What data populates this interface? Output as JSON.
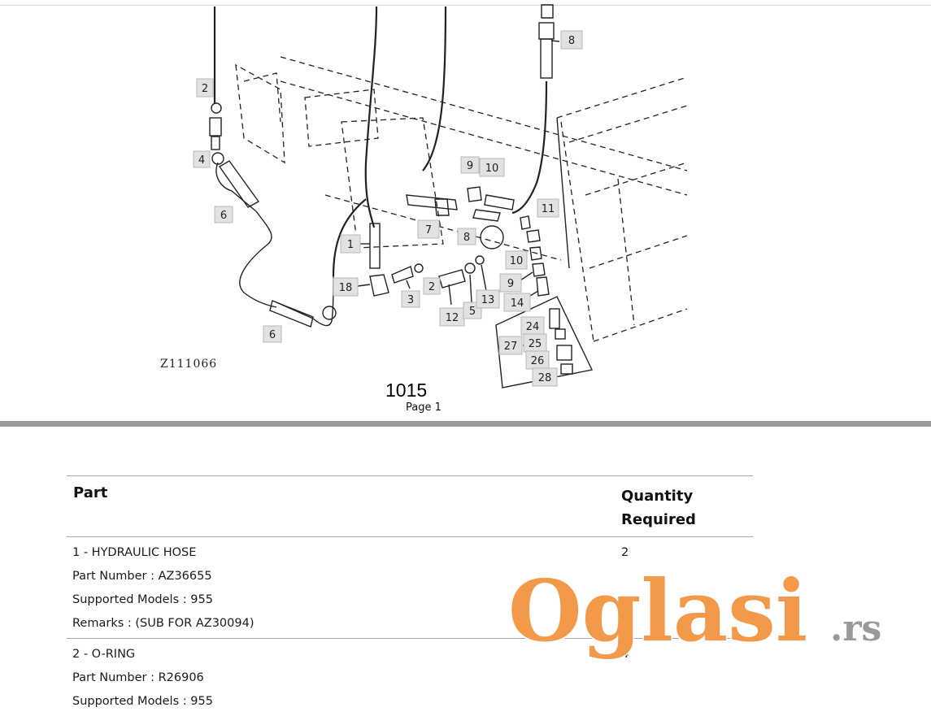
{
  "diagram": {
    "figure_code": "Z111066",
    "callouts": [
      {
        "label": "2"
      },
      {
        "label": "4"
      },
      {
        "label": "6"
      },
      {
        "label": "6"
      },
      {
        "label": "1"
      },
      {
        "label": "18"
      },
      {
        "label": "3"
      },
      {
        "label": "2"
      },
      {
        "label": "7"
      },
      {
        "label": "9"
      },
      {
        "label": "10"
      },
      {
        "label": "8"
      },
      {
        "label": "12"
      },
      {
        "label": "5"
      },
      {
        "label": "13"
      },
      {
        "label": "10"
      },
      {
        "label": "9"
      },
      {
        "label": "14"
      },
      {
        "label": "11"
      },
      {
        "label": "8"
      },
      {
        "label": "24"
      },
      {
        "label": "25"
      },
      {
        "label": "27"
      },
      {
        "label": "26"
      },
      {
        "label": "28"
      }
    ]
  },
  "page": {
    "number": "1015",
    "label": "Page 1"
  },
  "table": {
    "header_part": "Part",
    "header_qty_line1": "Quantity",
    "header_qty_line2": "Required",
    "rows": [
      {
        "title": "1 - HYDRAULIC HOSE",
        "part_number": "Part Number : AZ36655",
        "models": "Supported Models : 955",
        "remarks": "Remarks : (SUB FOR AZ30094)",
        "qty": "2"
      },
      {
        "title": "2 - O-RING",
        "part_number": "Part Number : R26906",
        "models": "Supported Models : 955",
        "qty": "4"
      }
    ]
  },
  "watermark": {
    "brand": "Oglasi",
    "tld": ".rs",
    "color": "#f29a4a",
    "tld_color": "#9a9a9a"
  }
}
